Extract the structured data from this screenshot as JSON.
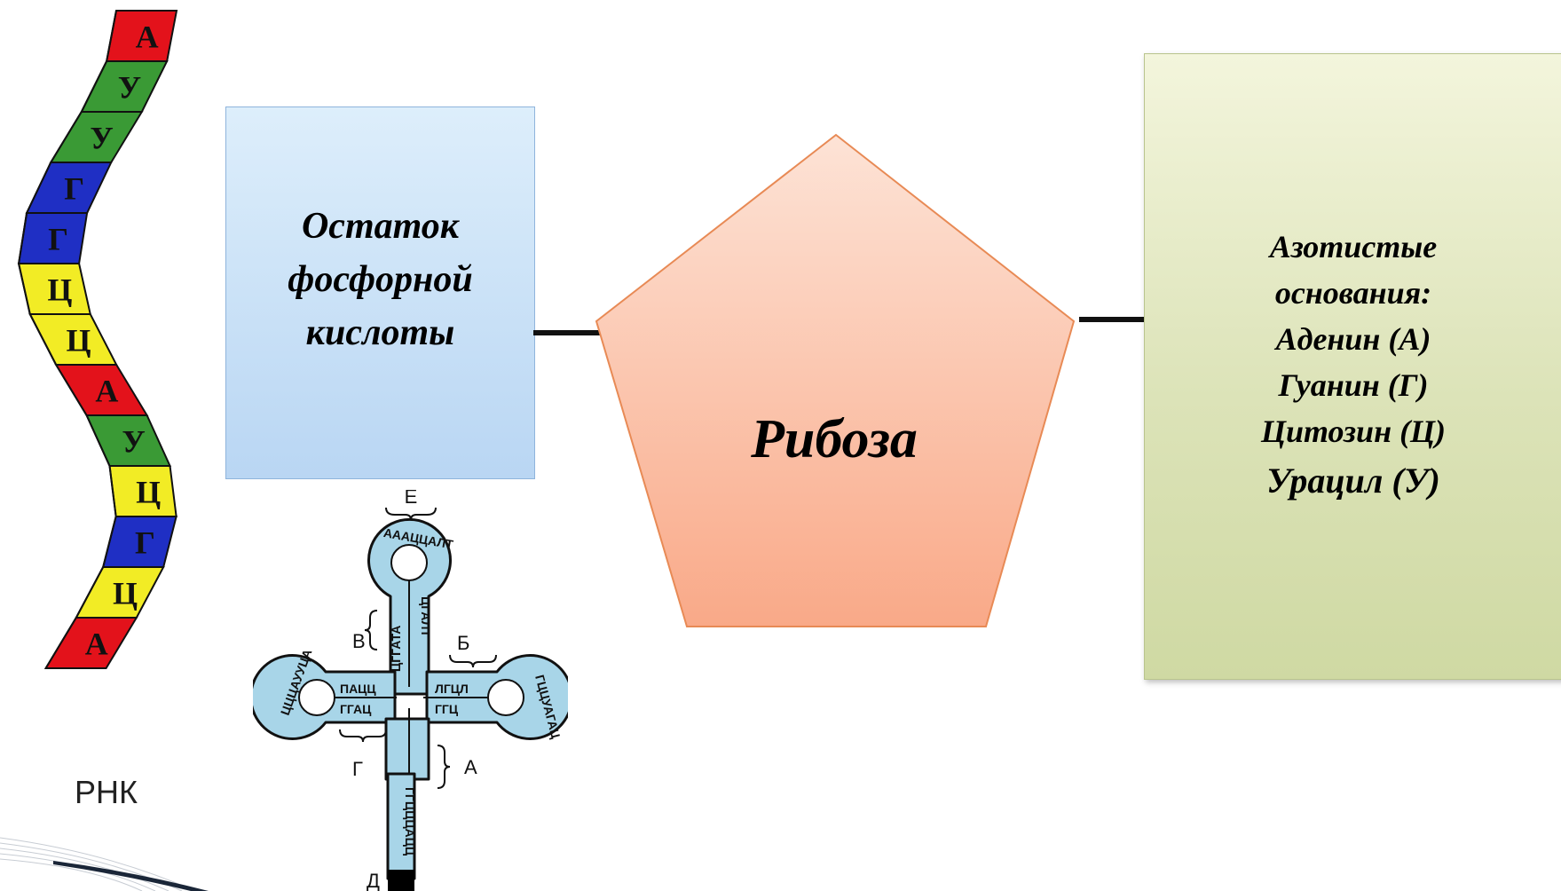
{
  "phosphate": {
    "lines": [
      "Остаток",
      "фосфорной",
      "кислоты"
    ]
  },
  "ribose": {
    "label": "Рибоза"
  },
  "bases": {
    "lines": [
      "Азотистые",
      "основания:",
      "Аденин (А)",
      "Гуанин (Г)",
      "Цитозин (Ц)",
      "Урацил (У)"
    ]
  },
  "rna_strand": {
    "caption": "РНК",
    "letters": [
      "А",
      "У",
      "У",
      "Г",
      "Г",
      "Ц",
      "Ц",
      "А",
      "У",
      "Ц",
      "Г",
      "Ц",
      "А"
    ],
    "colors": {
      "А": "#e3121b",
      "У": "#3a9a35",
      "Г": "#1f2fc4",
      "Ц": "#f2ec25"
    }
  },
  "trna": {
    "labels": {
      "top": "Е",
      "left": "В",
      "right": "Б",
      "bottom_left": "Г",
      "bottom_right": "А",
      "stem": "Д"
    },
    "top_loop": "АААЦЦАЛТ",
    "top_stem_left": "ЦГГАТА",
    "top_stem_right": "ЦГАЛТ",
    "left_loop": "ЦЦЦАУУЦА",
    "left_stem_top": "ПАЦЦ",
    "left_stem_bottom": "ГГАЦ",
    "right_loop": "ГЦЦУАГАЦ",
    "right_stem_top": "ЛГЦЛ",
    "right_stem_bottom": "ГГЦ",
    "acceptor": "ГГЦЦЦАЦЦ"
  },
  "colors": {
    "phosphate_fill": "#c9e0f7",
    "ribose_fill": "#fbbfa6",
    "ribose_stroke": "#e88a55",
    "bases_fill": "#e4e9c6",
    "trna_fill": "#a8d5e8",
    "connector": "#111111"
  }
}
